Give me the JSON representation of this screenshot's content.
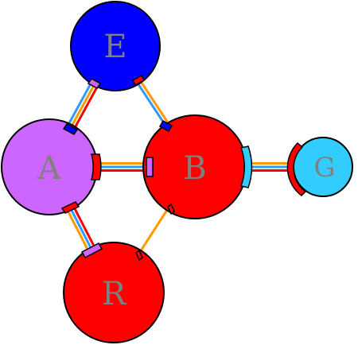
{
  "nodes": {
    "E": {
      "label": "E",
      "color": "#0000ff"
    },
    "A": {
      "label": "A",
      "color": "#cc66ff"
    },
    "B": {
      "label": "B",
      "color": "#ff0000"
    },
    "G": {
      "label": "G",
      "color": "#33ccff"
    },
    "R": {
      "label": "R",
      "color": "#ff0000"
    }
  },
  "edges": [
    {
      "from": "E",
      "to": "A",
      "strands": [
        "#ff0000",
        "#ff9900",
        "#3399ff"
      ]
    },
    {
      "from": "E",
      "to": "B",
      "strands": [
        "#ff9900",
        "#3399ff"
      ]
    },
    {
      "from": "A",
      "to": "B",
      "strands": [
        "#ff9900",
        "#3399ff",
        "#ff0000"
      ]
    },
    {
      "from": "A",
      "to": "R",
      "strands": [
        "#ff0000",
        "#3399ff",
        "#ff9900"
      ]
    },
    {
      "from": "B",
      "to": "R",
      "strands": [
        "#ff9900"
      ]
    },
    {
      "from": "B",
      "to": "G",
      "strands": [
        "#ff9900",
        "#3399ff",
        "#ff0000"
      ]
    }
  ],
  "colors": {
    "outline": "#000000",
    "label": "#808080",
    "orange": "#ff9900",
    "blue": "#3399ff",
    "red": "#ff0000"
  }
}
